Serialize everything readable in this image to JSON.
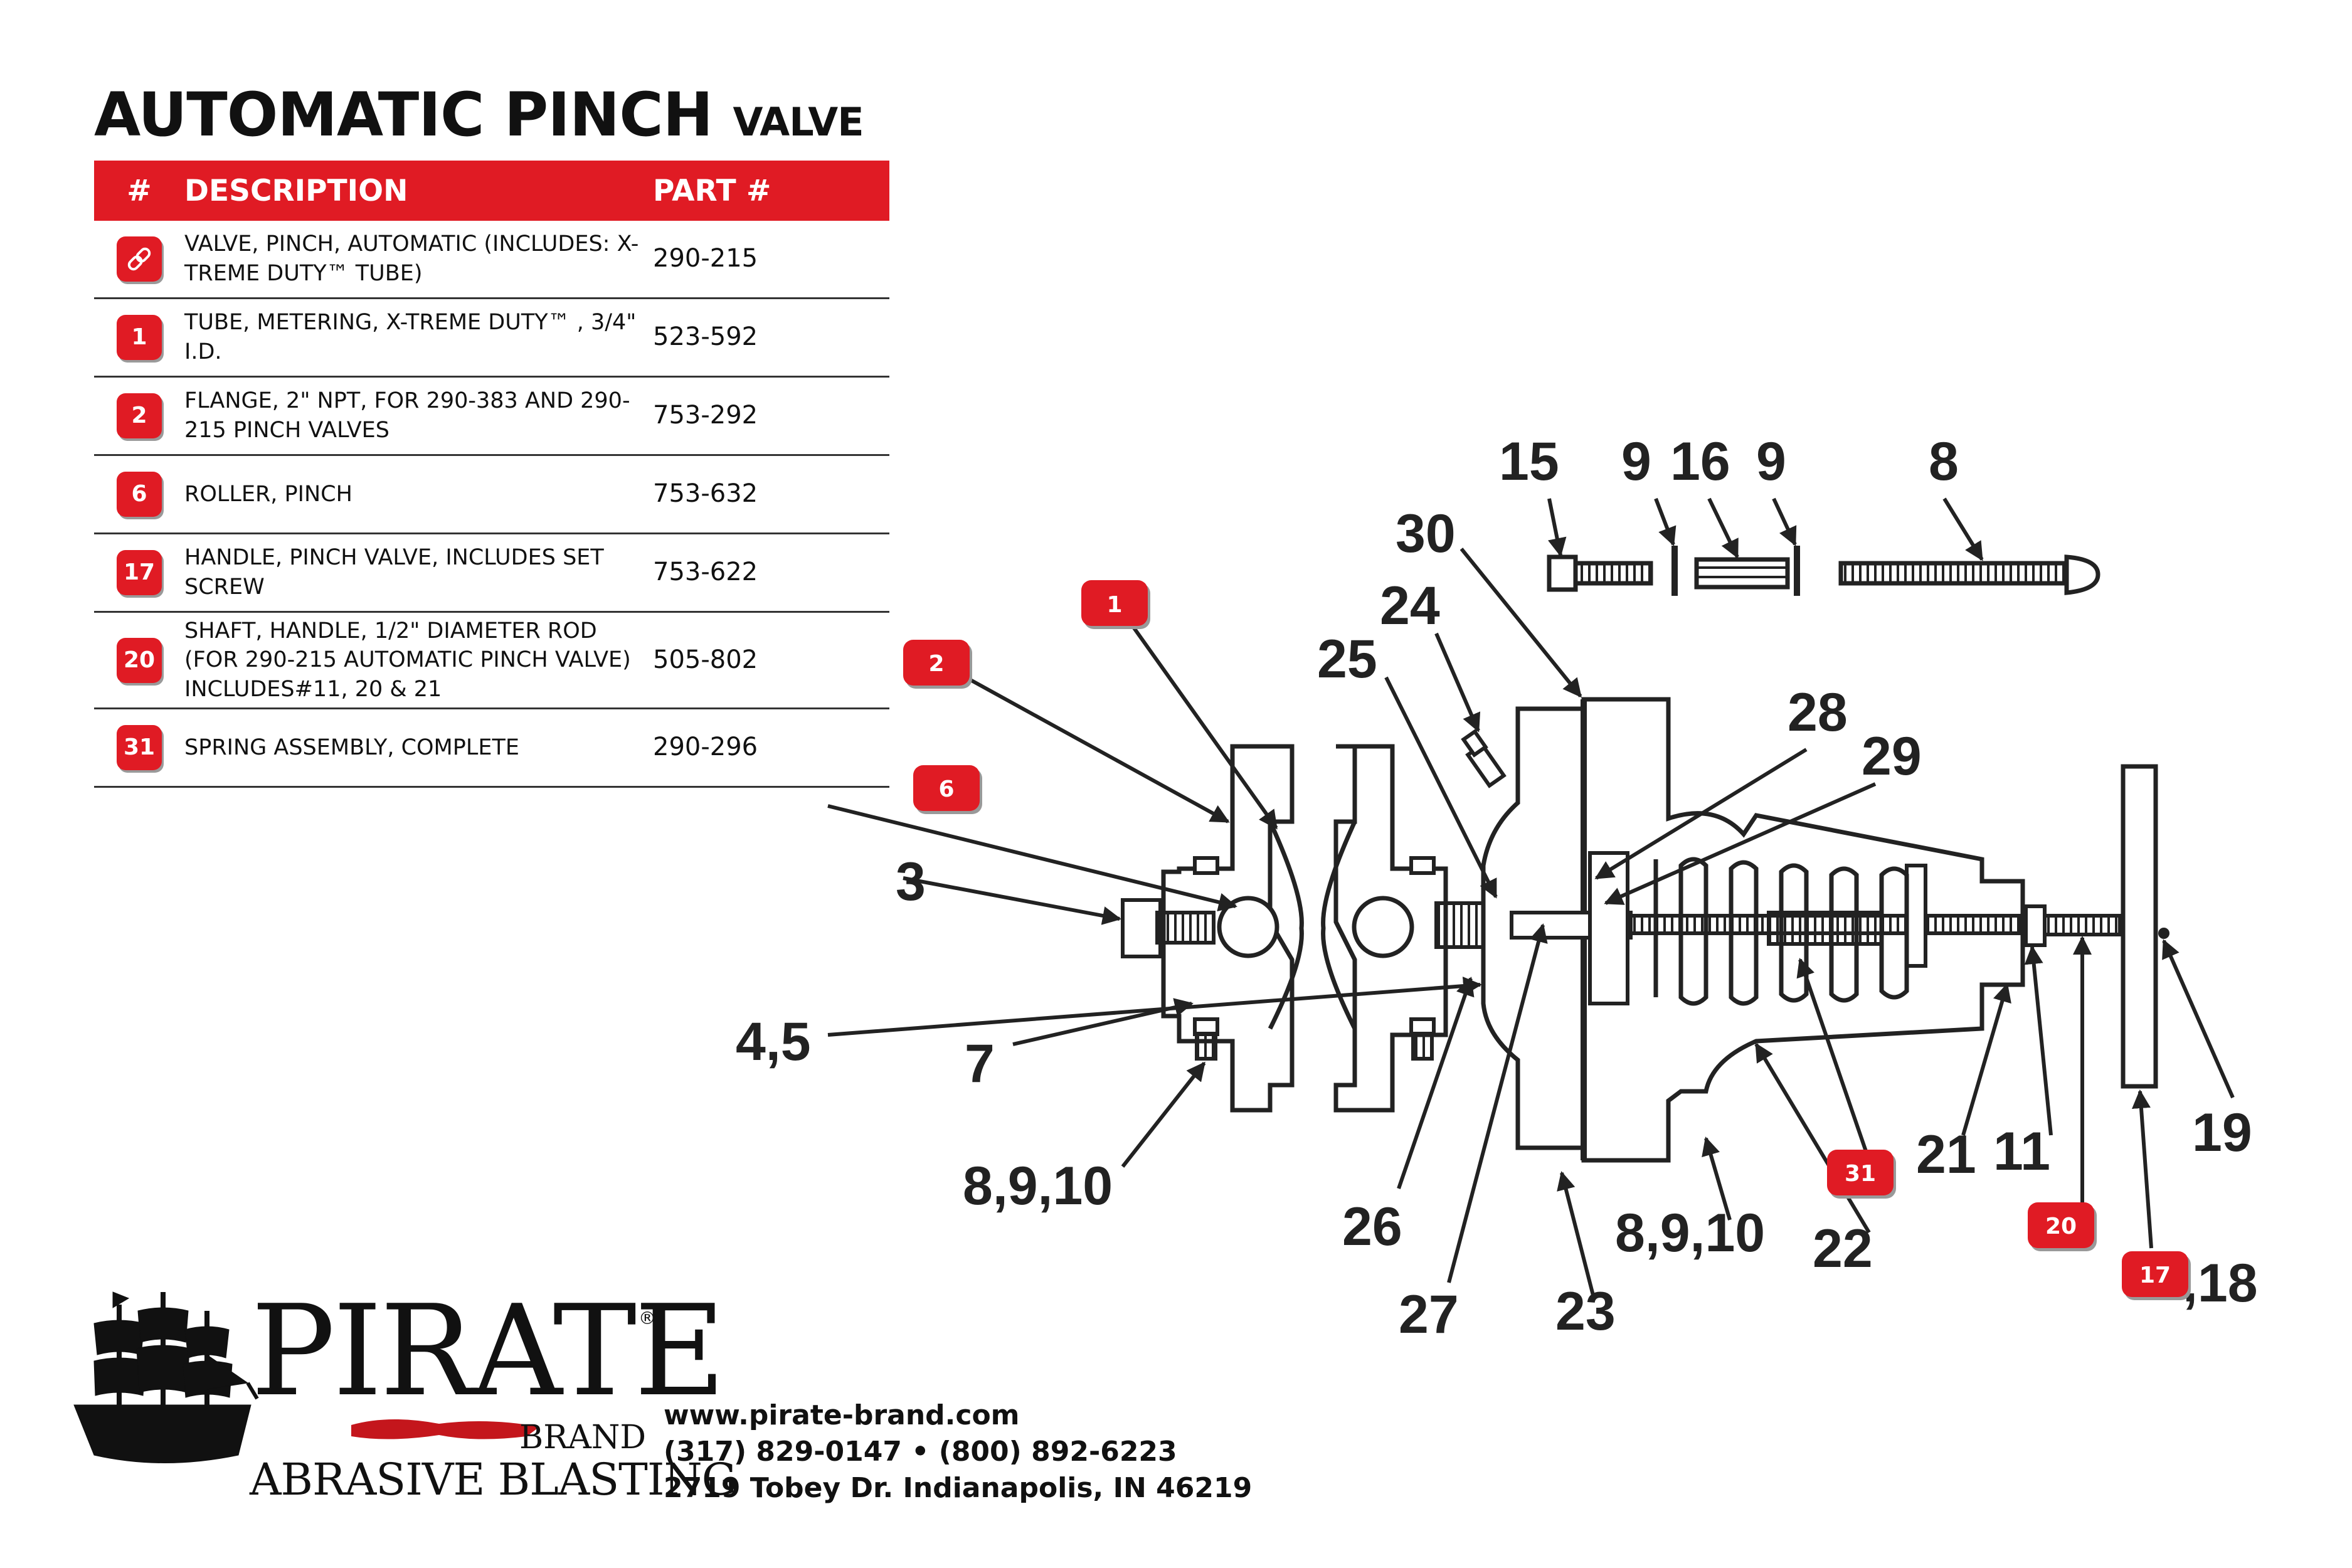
{
  "title": {
    "main": "AUTOMATIC PINCH",
    "suffix": "VALVE"
  },
  "table": {
    "headers": {
      "num": "#",
      "description": "DESCRIPTION",
      "part": "PART #"
    },
    "rows": [
      {
        "badge": "",
        "icon": "link-icon",
        "description": "VALVE, PINCH, AUTOMATIC (INCLUDES: X-TREME DUTY™ TUBE)",
        "part": "290-215"
      },
      {
        "badge": "1",
        "description": "TUBE, METERING, X-TREME DUTY™ , 3/4\" I.D.",
        "part": "523-592"
      },
      {
        "badge": "2",
        "description": "FLANGE, 2\" NPT, FOR 290-383 AND 290-215 PINCH VALVES",
        "part": "753-292"
      },
      {
        "badge": "6",
        "description": "ROLLER, PINCH",
        "part": "753-632"
      },
      {
        "badge": "17",
        "description": "HANDLE, PINCH VALVE, INCLUDES SET SCREW",
        "part": "753-622"
      },
      {
        "badge": "20",
        "description": "SHAFT, HANDLE, 1/2\" DIAMETER ROD (FOR 290-215 AUTOMATIC PINCH VALVE)  INCLUDES#11, 20 & 21",
        "part": "505-802"
      },
      {
        "badge": "31",
        "description": "SPRING ASSEMBLY, COMPLETE",
        "part": "290-296"
      }
    ]
  },
  "diagram": {
    "callouts": {
      "c15": "15",
      "c9a": "9",
      "c16": "16",
      "c9b": "9",
      "c8": "8",
      "c30": "30",
      "c24": "24",
      "c25": "25",
      "c28": "28",
      "c29": "29",
      "c3": "3",
      "c45": "4,5",
      "c7": "7",
      "c8910a": "8,9,10",
      "c26": "26",
      "c27": "27",
      "c23": "23",
      "c8910b": "8,9,10",
      "c22": "22",
      "c21": "21",
      "c11": "11",
      "c19": "19",
      "c18": ",18"
    },
    "badges": {
      "b1": "1",
      "b2": "2",
      "b6": "6",
      "b31": "31",
      "b20": "20",
      "b17": "17"
    }
  },
  "logo": {
    "word": "PIRATE",
    "registered": "®",
    "brand": "BRAND",
    "tagline": "ABRASIVE BLASTING"
  },
  "contact": {
    "website": "www.pirate-brand.com",
    "phones": "(317) 829-0147 • (800) 892-6223",
    "address": "2719 Tobey Dr. Indianapolis, IN 46219"
  },
  "colors": {
    "accent": "#e01b24",
    "ink": "#111111",
    "line": "#333333"
  }
}
